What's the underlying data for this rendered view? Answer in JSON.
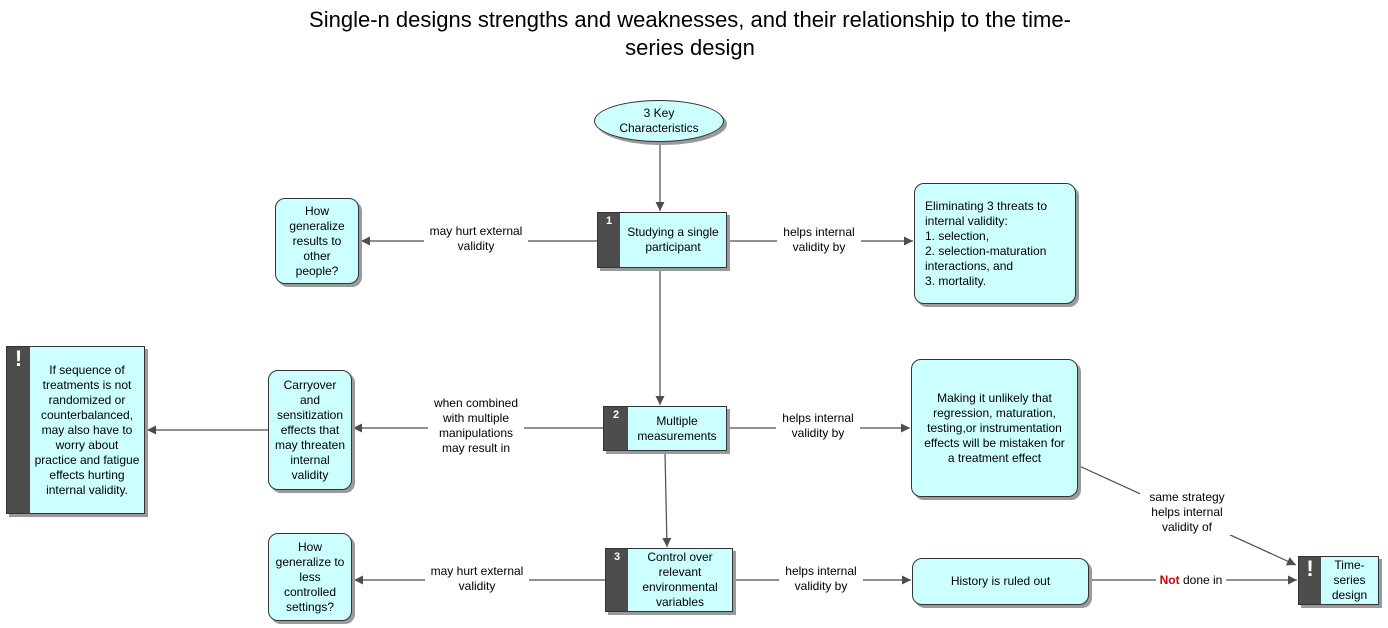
{
  "title": "Single-n designs strengths and weaknesses, and their relationship to\nthe time-series design",
  "nodes": {
    "key_characteristics": "3 Key\nCharacteristics",
    "single_participant": {
      "num": "1",
      "text": "Studying a single\nparticipant"
    },
    "multiple_measurements": {
      "num": "2",
      "text": "Multiple\nmeasurements"
    },
    "control_variables": {
      "num": "3",
      "text": "Control over\nrelevant\nenvironmental\nvariables"
    },
    "generalize_people": "How\ngeneralize\nresults  to\nother\npeople?",
    "eliminating_threats": "Eliminating 3 threats to\ninternal validity:\n1. selection,\n2. selection-maturation\ninteractions, and\n3.  mortality.",
    "carryover": "Carryover\nand\nsensitization\neffects that\nmay threaten\ninternal\nvalidity",
    "sequence_warning": {
      "mark": "!",
      "text": "If sequence of\ntreatments is not\nrandomized or\ncounterbalanced,\nmay also have to\nworry about\npractice and fatigue\neffects hurting\ninternal validity."
    },
    "unlikely_effects": "Making it unlikely that\nregression, maturation,\ntesting,or instrumentation\neffects will be mistaken for\na treatment effect",
    "generalize_settings": "How\ngeneralize to\nless\ncontrolled\nsettings?",
    "history": "History is ruled out",
    "time_series": {
      "mark": "!",
      "text": "Time-\nseries\ndesign"
    }
  },
  "edge_labels": {
    "hurt_external_1": "may hurt external\nvalidity",
    "helps_internal_1": "helps internal\nvalidity by",
    "combined": "when combined\nwith multiple\nmanipulations\nmay result in",
    "helps_internal_2": "helps internal\nvalidity by",
    "same_strategy": "same strategy\nhelps  internal\nvalidity of",
    "hurt_external_3": "may hurt external\nvalidity",
    "helps_internal_3": "helps internal\nvalidity by",
    "not_word": "Not",
    "done_in": " done in"
  },
  "colors": {
    "node_fill": "#ccffff",
    "tab": "#4d4d4d",
    "edge": "#4d4d4d",
    "not_text": "#cc0000"
  }
}
